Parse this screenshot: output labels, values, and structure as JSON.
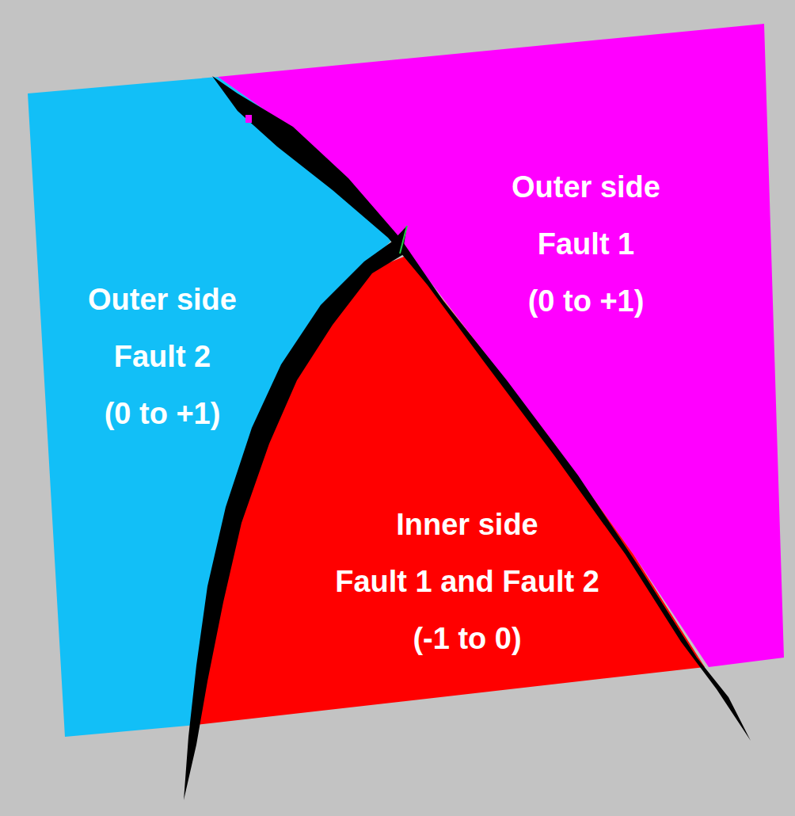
{
  "diagram": {
    "nodes": [
      {
        "text": [
          "Outer side",
          "Fault 2",
          "(0 to +1)"
        ]
      },
      {
        "text": [
          "Outer side",
          "Fault 1",
          "(0 to +1)"
        ]
      },
      {
        "text": [
          "Inner side",
          "Fault 1 and Fault 2",
          "(-1 to 0)"
        ]
      }
    ]
  }
}
